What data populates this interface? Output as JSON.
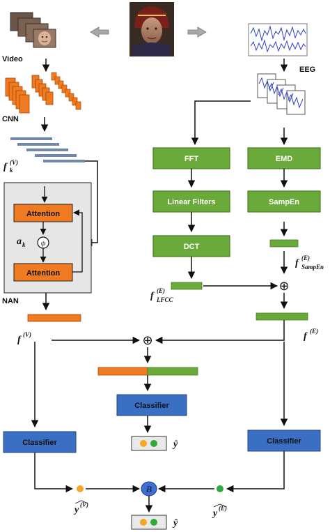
{
  "labels": {
    "video": "Video",
    "cnn": "CNN",
    "eeg": "EEG",
    "nan": "NAN"
  },
  "nan_block": {
    "attention_top": "Attention",
    "attention_bottom": "Attention",
    "a_k": "a",
    "a_k_sub": "k",
    "op_symbol": "ψ"
  },
  "eeg_blocks": {
    "fft": "FFT",
    "emd": "EMD",
    "linear_filters": "Linear Filters",
    "sampen": "SampEn",
    "dct": "DCT"
  },
  "features": {
    "f_kv": "f",
    "f_kv_sup": "(V)",
    "f_kv_sub": "k",
    "f_v": "f",
    "f_v_sup": "(V)",
    "f_lfcc": "f",
    "f_lfcc_sup": "(E)",
    "f_lfcc_sub": "LFCC",
    "f_sampen": "f",
    "f_sampen_sup": "(E)",
    "f_sampen_sub": "SampEn",
    "f_e": "f",
    "f_e_sup": "(E)"
  },
  "classifiers": {
    "center": "Classifier",
    "left": "Classifier",
    "right": "Classifier"
  },
  "outputs": {
    "y_hat_center": "ŷ",
    "y_hat_v": "y",
    "y_hat_v_sup": "(V)",
    "y_hat_e": "y",
    "y_hat_e_sup": "(E)",
    "fusion_b": "B",
    "y_hat_final": "ŷ",
    "oplus": "⊕"
  },
  "colors": {
    "green_box": "#6aaa3a",
    "green_border": "#4a7d27",
    "orange_box": "#f07a1f",
    "blue_box": "#3a6fc4",
    "nan_bg": "#e6e6e6",
    "feature_bar": "#7088b0",
    "dot_orange": "#f5a623",
    "dot_green": "#2faa3f",
    "b_circle": "#3d6fd8"
  },
  "icons": [
    "video-frames-icon",
    "face-photo-icon",
    "eeg-signal-icon",
    "eeg-stack-icon",
    "arrow-left-icon",
    "arrow-right-icon"
  ]
}
